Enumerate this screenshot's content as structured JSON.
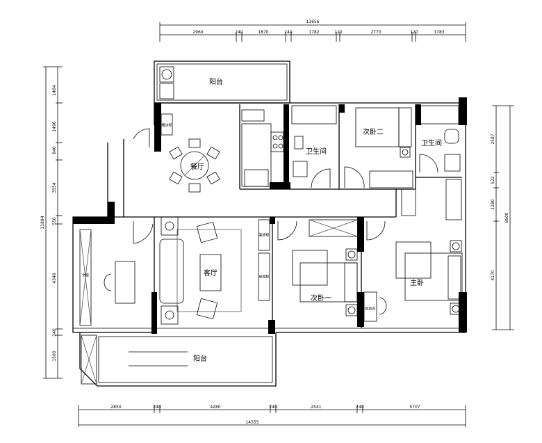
{
  "rooms": {
    "balcony_top": "阳台",
    "dining": "餐厅",
    "bathroom_1": "卫生间",
    "bedroom_2": "次卧二",
    "bathroom_2": "卫生间",
    "living": "客厅",
    "bedroom_1": "次卧一",
    "master_bedroom": "主卧",
    "balcony_bottom": "阳台"
  },
  "furniture_labels": {
    "bookcase": "书柜",
    "sideboard": "餐边柜",
    "decor_cabinet": "装饰柜",
    "tv_cabinet": "电视柜",
    "dresser": "梳妆台"
  },
  "dimensions": {
    "top_total": "11656",
    "top_segments": [
      "2960",
      "240",
      "1870",
      "240",
      "1782",
      "120",
      "2770",
      "120",
      "1783"
    ],
    "bottom_segments": [
      "2850",
      "240",
      "4280",
      "240",
      "2541",
      "240",
      "5707"
    ],
    "bottom_total": "14555",
    "left_segments": [
      "1464",
      "1496",
      "840",
      "3554",
      "550",
      "4348",
      "240",
      "1500"
    ],
    "left_total": "11894",
    "right_segments": [
      "2587",
      "522",
      "1180",
      "4170"
    ],
    "right_total": "8600"
  }
}
